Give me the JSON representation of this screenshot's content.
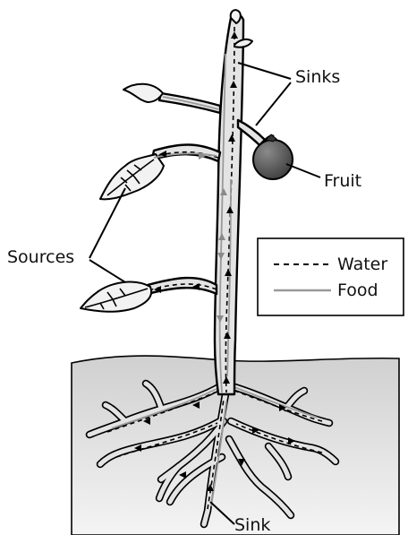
{
  "labels": {
    "sinks_top": "Sinks",
    "fruit": "Fruit",
    "sources": "Sources",
    "sink_bottom": "Sink"
  },
  "legend": {
    "water": "Water",
    "food": "Food"
  },
  "colors": {
    "soil_top": "#d0d0d0",
    "soil_bottom": "#f4f4f4",
    "stem_fill": "#e4e4e4",
    "food_line": "#9a9a9a",
    "water_line": "#000000",
    "fruit": "#555555"
  }
}
